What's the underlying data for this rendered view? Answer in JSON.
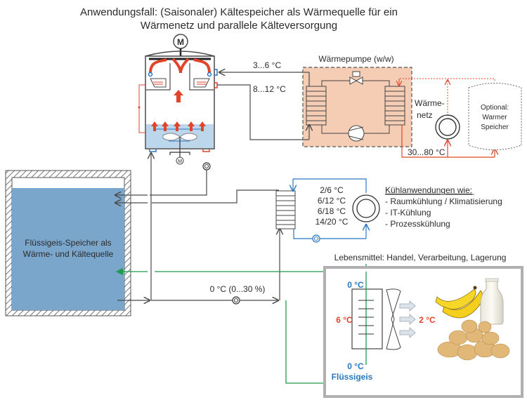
{
  "title": {
    "line1": "Anwendungsfall: (Saisonaler) Kältespeicher als Wärmequelle für ein",
    "line2": "Wärmenetz und parallele Kälteversorgung"
  },
  "top_tank": {
    "motor_label": "M",
    "agitator_motor_label": "M"
  },
  "heat_pump": {
    "label": "Wärmepumpe (w/w)",
    "inlet_temp": "3...6 °C",
    "outlet_temp": "8...12 °C",
    "output_temp": "30...80 °C"
  },
  "heat_network": {
    "label_line1": "Wärme-",
    "label_line2": "netz"
  },
  "warm_storage": {
    "line1": "Optional:",
    "line2": "Warmer",
    "line3": "Speicher"
  },
  "ice_storage": {
    "line1": "Flüssigeis-Speicher als",
    "line2": "Wärme- und Kältequelle"
  },
  "cooling": {
    "temps": [
      "2/6 °C",
      "6/12 °C",
      "6/18 °C",
      "14/20 °C"
    ],
    "heading": "Kühlanwendungen wie:",
    "items": [
      "- Raumkühlung / Klimatisierung",
      "- IT-Kühlung",
      "- Prozesskühlung"
    ]
  },
  "bottom_line": {
    "label": "0 °C (0...30 %)"
  },
  "food": {
    "heading": "Lebensmittel: Handel, Verarbeitung, Lagerung",
    "top_temp": "0 °C",
    "left_temp": "6 °C",
    "right_temp": "2 °C",
    "bottom_temp": "0 °C",
    "bottom_label": "Flüssigeis"
  },
  "colors": {
    "hot": "#e0452c",
    "cold": "#2878c0",
    "ice": "#1f9a4e",
    "water": "#7ba6cc",
    "heat_pump_fill": "#f4cdb4",
    "line": "#4a4a4a"
  }
}
